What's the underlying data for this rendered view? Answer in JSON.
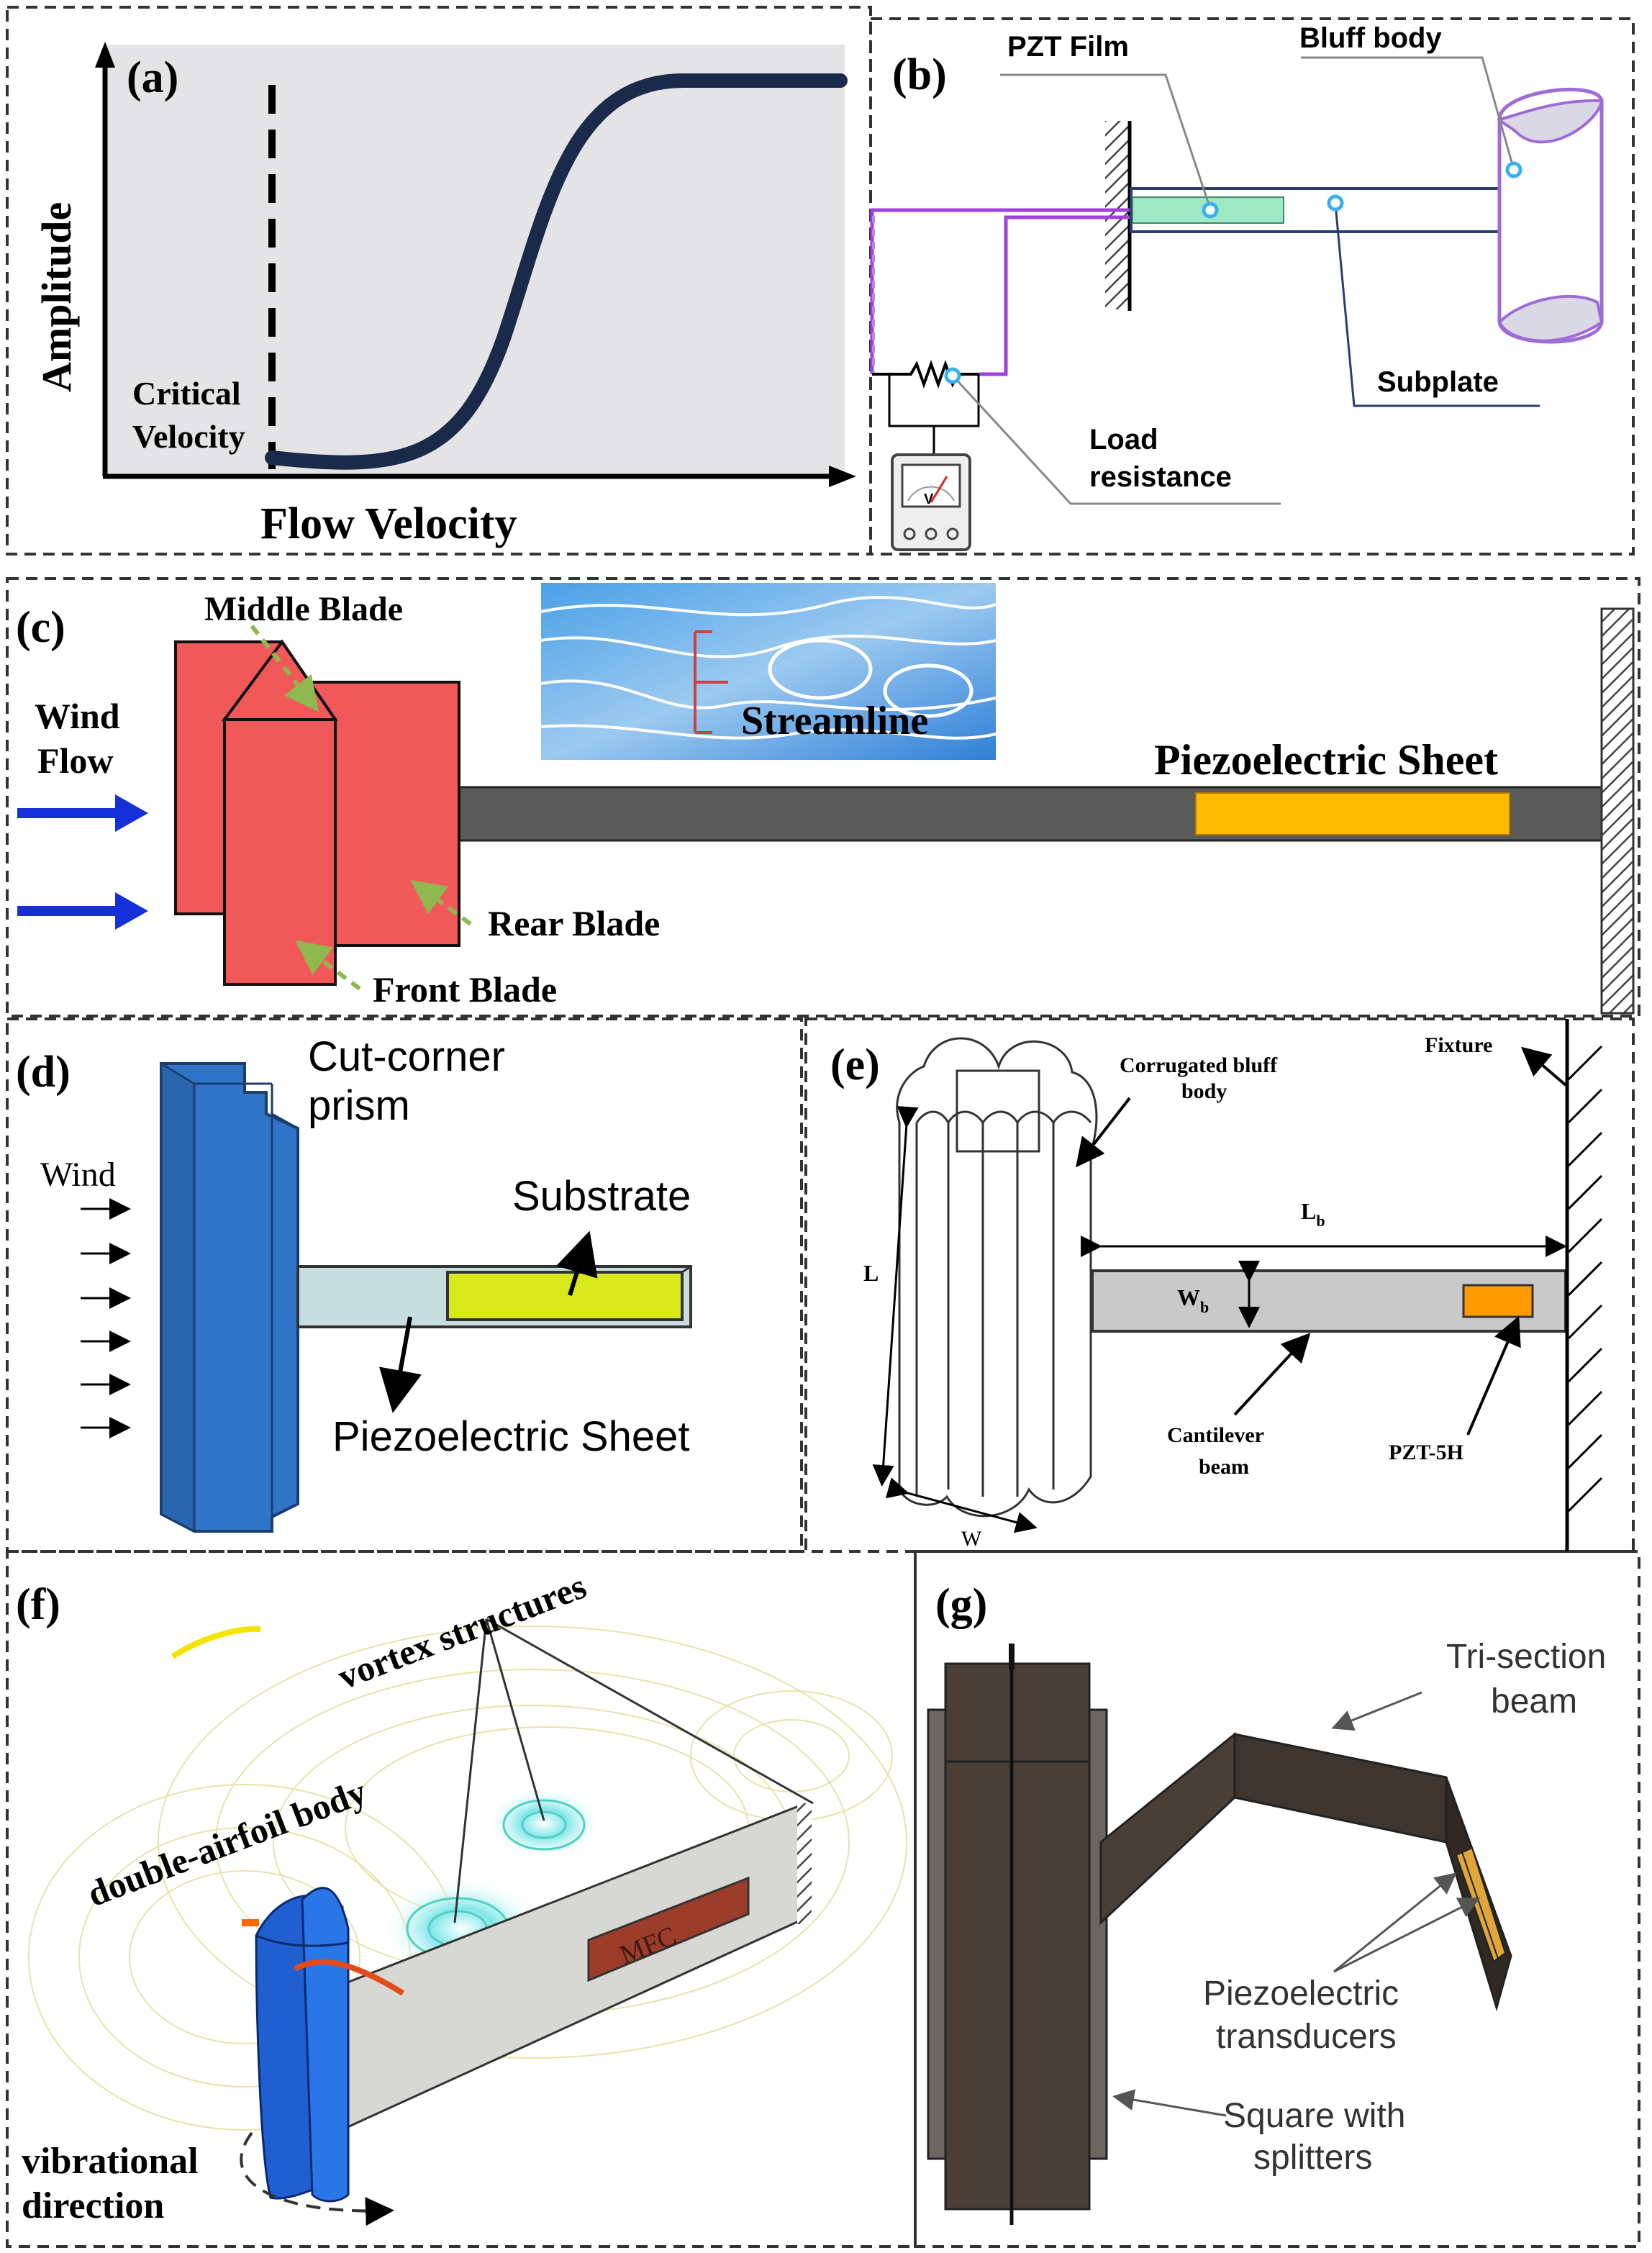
{
  "panels": {
    "a": {
      "label": "(a)",
      "ylabel": "Amplitude",
      "xlabel": "Flow Velocity",
      "critical_line1": "Critical",
      "critical_line2": "Velocity"
    },
    "b": {
      "label": "(b)",
      "pzt": "PZT Film",
      "bluff": "Bluff body",
      "subplate": "Subplate",
      "load1": "Load",
      "load2": "resistance",
      "meter_symbol": "V"
    },
    "c": {
      "label": "(c)",
      "middle": "Middle Blade",
      "wind1": "Wind",
      "wind2": "Flow",
      "streamline": "Streamline",
      "piezo": "Piezoelectric Sheet",
      "rear": "Rear Blade",
      "front": "Front Blade"
    },
    "d": {
      "label": "(d)",
      "prism1": "Cut-corner",
      "prism2": "prism",
      "wind": "Wind",
      "substrate": "Substrate",
      "piezo": "Piezoelectric Sheet"
    },
    "e": {
      "label": "(e)",
      "corrugated1": "Corrugated bluff",
      "corrugated2": "body",
      "fixture": "Fixture",
      "L": "L",
      "Lb": "L",
      "Lb_sub": "b",
      "Wb": "W",
      "Wb_sub": "b",
      "W": "W",
      "cantilever1": "Cantilever",
      "cantilever2": "beam",
      "pzt": "PZT-5H"
    },
    "f": {
      "label": "(f)",
      "vortex": "vortex structures",
      "airfoil": "double-airfoil body",
      "mfc": "MFC",
      "vib1": "vibrational",
      "vib2": "direction"
    },
    "g": {
      "label": "(g)",
      "tri1": "Tri-section",
      "tri2": "beam",
      "piezo1": "Piezoelectric",
      "piezo2": "transducers",
      "square1": "Square with",
      "square2": "splitters"
    }
  },
  "colors": {
    "curve": "#1a2a4a",
    "plot_bg": "#e4e3e6",
    "blade": "#f0585a",
    "beam_dark": "#5a5a5a",
    "sheet_orange": "#ffba00",
    "prism_blue": "#2f74c6",
    "sheet_yellow": "#d8e81a",
    "substrate": "#c8dde0",
    "bluff_purple": "#9f6bd6",
    "wind_arrow": "#1530d8",
    "pzt_green": "#9fe8c4",
    "brown": "#4a3f37"
  },
  "icons": [
    "voltmeter-icon",
    "resistor-icon",
    "hatched-wall-icon",
    "wind-arrow-icon"
  ]
}
